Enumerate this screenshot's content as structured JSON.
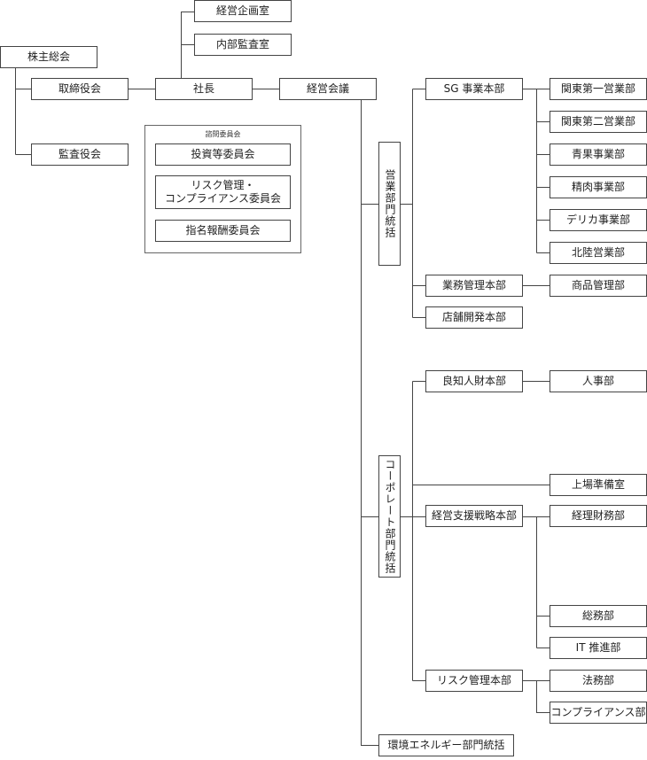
{
  "top": {
    "shareholders": "株主総会",
    "board": "取締役会",
    "auditors": "監査役会",
    "president": "社長",
    "planning": "経営企画室",
    "internal_audit": "内部監査室",
    "management_meeting": "経営会議"
  },
  "advisory": {
    "title": "諮問委員会",
    "items": [
      "投資等委員会",
      "リスク管理・\nコンプライアンス委員会",
      "指名報酬委員会"
    ]
  },
  "sales": {
    "title": "営業部門統括",
    "sg": "SG 事業本部",
    "sg_depts": [
      "関東第一営業部",
      "関東第二営業部",
      "青果事業部",
      "精肉事業部",
      "デリカ事業部",
      "北陸営業部"
    ],
    "ops": "業務管理本部",
    "ops_dept": "商品管理部",
    "store": "店舗開発本部"
  },
  "corporate": {
    "title": "コーポレート部門統括",
    "hr": "良知人財本部",
    "hr_dept": "人事部",
    "ipo": "上場準備室",
    "strategy": "経営支援戦略本部",
    "strategy_depts": [
      "経理財務部",
      "総務部",
      "IT 推進部"
    ],
    "risk": "リスク管理本部",
    "risk_depts": [
      "法務部",
      "コンプライアンス部"
    ]
  },
  "energy": {
    "title": "環境エネルギー部門統括"
  }
}
